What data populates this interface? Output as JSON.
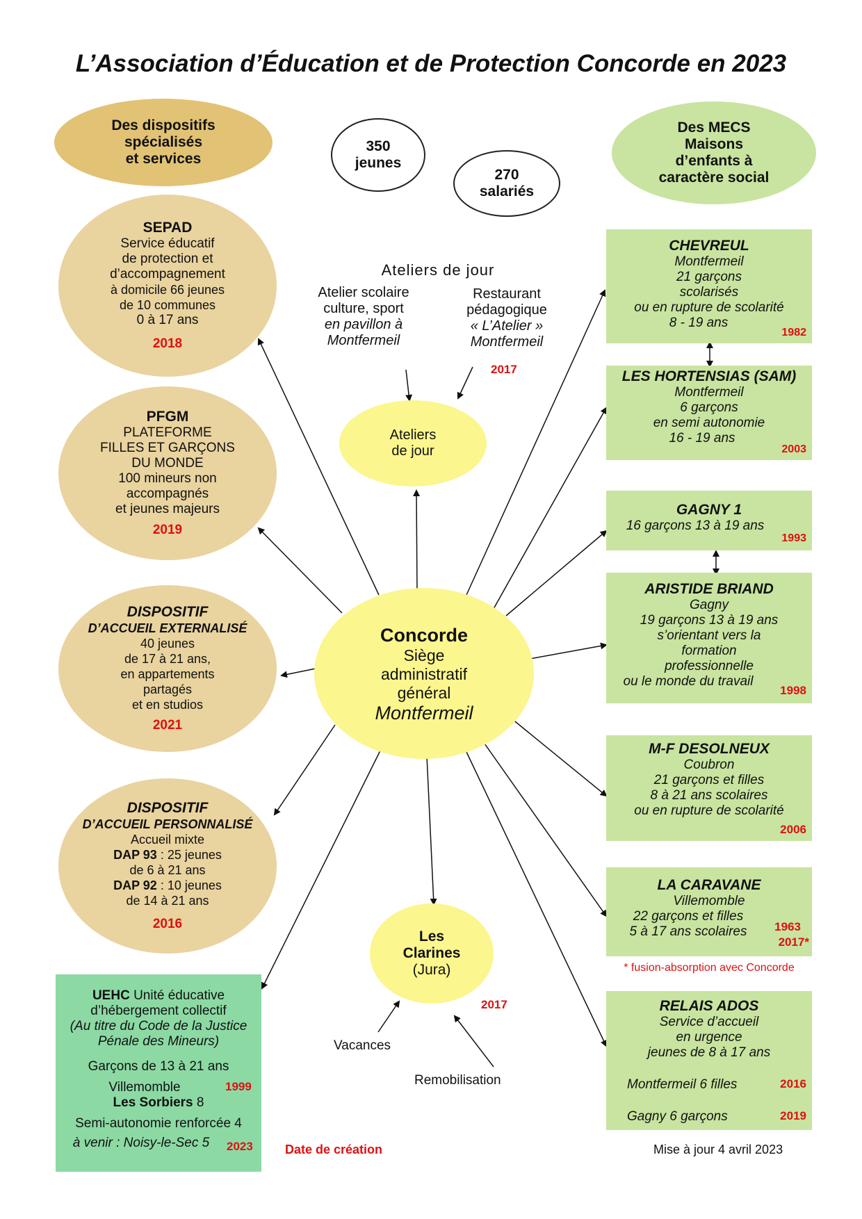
{
  "title": "L’Association d’Éducation et de Protection Concorde en 2023",
  "header_left": [
    "Des dispositifs",
    "spécialisés",
    "et services"
  ],
  "header_right": [
    "Des MECS",
    "Maisons",
    "d’enfants à",
    "caractère social"
  ],
  "stats": {
    "jeunes": [
      "350",
      "jeunes"
    ],
    "salaries": [
      "270",
      "salariés"
    ]
  },
  "center": {
    "name": "Concorde",
    "lines": [
      "Siège",
      "administratif",
      "général"
    ],
    "city": "Montfermeil"
  },
  "ateliers": {
    "heading": "Ateliers de jour",
    "left_lines": [
      "Atelier scolaire",
      "culture, sport"
    ],
    "left_italic": [
      "en pavillon à",
      "Montfermeil"
    ],
    "right_lines": [
      "Restaurant",
      "pédagogique"
    ],
    "right_italic": [
      "« L’Atelier »",
      "Montfermeil"
    ],
    "year": "2017",
    "node": [
      "Ateliers",
      "de jour"
    ]
  },
  "clarines": {
    "name": [
      "Les",
      "Clarines"
    ],
    "sub": "(Jura)",
    "year": "2017",
    "vacances": "Vacances",
    "remobilisation": "Remobilisation"
  },
  "left_nodes": {
    "sepad": {
      "title": "SEPAD",
      "lines": [
        "Service éducatif",
        "de protection et",
        "d’accompagnement"
      ],
      "cond_lines": [
        "à domicile 66 jeunes",
        "de 10 communes"
      ],
      "age": "0 à 17 ans",
      "year": "2018"
    },
    "pfgm": {
      "title": "PFGM",
      "lines": [
        "PLATEFORME",
        "FILLES ET GARÇONS",
        "DU MONDE",
        "100 mineurs non",
        "accompagnés",
        "et jeunes majeurs"
      ],
      "year": "2019"
    },
    "dae": {
      "title": "DISPOSITIF",
      "subtitle": "D’ACCUEIL EXTERNALISÉ",
      "lines": [
        "40 jeunes",
        "de 17 à 21 ans,",
        "en appartements",
        "partagés",
        "et en studios"
      ],
      "year": "2021"
    },
    "dap": {
      "title": "DISPOSITIF",
      "subtitle": "D’ACCUEIL PERSONNALISÉ",
      "line1": "Accueil mixte",
      "dap93_label": "DAP 93",
      "dap93_text": " : 25 jeunes",
      "dap93_age": "de 6 à 21 ans",
      "dap92_label": "DAP 92",
      "dap92_text": " : 10 jeunes",
      "dap92_age": "de 14 à 21 ans",
      "year": "2016"
    }
  },
  "uehc": {
    "abbr": "UEHC",
    "desc1": " Unité éducative",
    "desc2": "d’hébergement collectif",
    "legal1": "(Au titre du Code de la Justice",
    "legal2": "Pénale des Mineurs)",
    "age": "Garçons de 13 à 21 ans",
    "city": "Villemomble",
    "year1": "1999",
    "sorbiers_label": "Les Sorbiers",
    "sorbiers_num": " 8",
    "semi": "Semi-autonomie renforcée 4",
    "avenir": "à venir : Noisy-le-Sec 5",
    "year2": "2023"
  },
  "right_boxes": {
    "chevreul": {
      "title": "CHEVREUL",
      "lines": [
        "Montfermeil",
        "21 garçons",
        "scolarisés",
        "ou en rupture de scolarité",
        "8 - 19 ans"
      ],
      "year": "1982"
    },
    "hortensias": {
      "title": "LES HORTENSIAS (SAM)",
      "lines": [
        "Montfermeil",
        "6 garçons",
        "en semi autonomie",
        "16 - 19 ans"
      ],
      "year": "2003"
    },
    "gagny1": {
      "title": "GAGNY 1",
      "lines": [
        "16 garçons 13 à 19 ans"
      ],
      "year": "1993"
    },
    "aristide": {
      "title": "ARISTIDE BRIAND",
      "lines": [
        "Gagny",
        "19 garçons 13 à 19 ans",
        "s’orientant vers la",
        "formation",
        "professionnelle",
        "ou le monde du travail"
      ],
      "year": "1998"
    },
    "desolneux": {
      "title": "M-F DESOLNEUX",
      "lines": [
        "Coubron",
        "21 garçons et filles",
        "8 à 21 ans scolaires",
        "ou en rupture de scolarité"
      ],
      "year": "2006"
    },
    "caravane": {
      "title": "LA CARAVANE",
      "lines": [
        "Villemomble",
        "22 garçons et filles",
        "5 à 17 ans  scolaires"
      ],
      "year1": "1963",
      "year2": "2017*"
    },
    "relais": {
      "title": "RELAIS ADOS",
      "lines": [
        "Service d’accueil",
        "en urgence",
        "jeunes de 8 à 17 ans"
      ],
      "line_mont": "Montfermeil 6 filles",
      "year_mont": "2016",
      "line_gagny": "Gagny 6 garçons",
      "year_gagny": "2019"
    }
  },
  "fusion_note": "* fusion-absorption avec Concorde",
  "footer_left": "Date de création",
  "footer_right": "Mise à jour 4 avril 2023",
  "colors": {
    "tan": "#e9d39f",
    "tan_header": "#e2c274",
    "green": "#c8e4a0",
    "green_header": "#c8e4a0",
    "yellow": "#fbf68e",
    "teal": "#8cd9a4",
    "red": "#dd1111"
  }
}
